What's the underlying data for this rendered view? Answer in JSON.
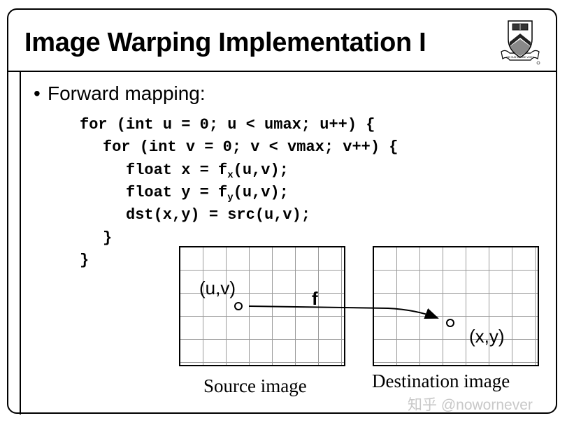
{
  "slide": {
    "title": "Image Warping Implementation I",
    "bullet": "Forward mapping:"
  },
  "code": {
    "line1": "for (int u = 0; u < umax; u++) {",
    "line2": "for (int v = 0; v < vmax; v++) {",
    "line3_a": "float x = f",
    "line3_sub": "x",
    "line3_b": "(u,v);",
    "line4_a": "float y = f",
    "line4_sub": "y",
    "line4_b": "(u,v);",
    "line5": "dst(x,y) = src(u,v);",
    "line6": "}",
    "line7": "}"
  },
  "diagram": {
    "source_point_label": "(u,v)",
    "dest_point_label": "(x,y)",
    "mapping_label": "f",
    "source_caption": "Source image",
    "dest_caption": "Destination image"
  },
  "watermark": "知乎 @nowornever",
  "colors": {
    "background": "#ffffff",
    "text": "#000000",
    "grid": "#9a9a9a",
    "watermark": "#c8c8c8"
  },
  "logo": {
    "icon": "princeton-shield-icon",
    "text": "DEI SUB NUMINE VIGET"
  }
}
